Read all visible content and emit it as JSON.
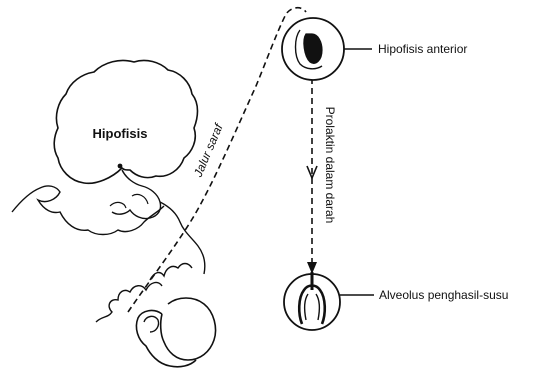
{
  "diagram": {
    "labels": {
      "pituitary": "Hipofisis",
      "anterior_pituitary": "Hipofisis anterior",
      "alveolus": "Alveolus penghasil-susu",
      "nerve_path": "Jalur saraf",
      "prolactin": "Prolaktin dalam darah"
    }
  }
}
